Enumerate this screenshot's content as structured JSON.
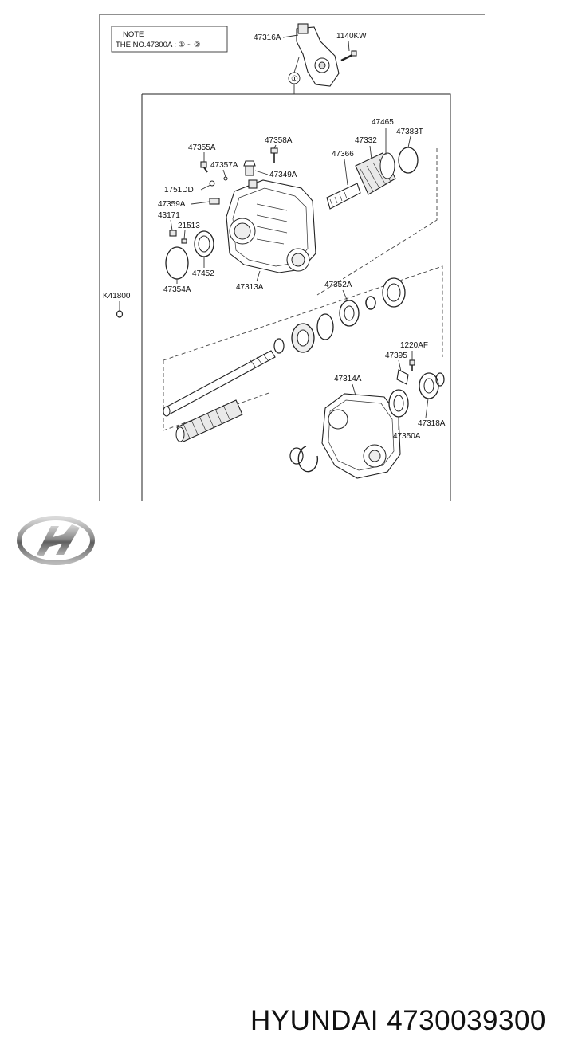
{
  "note": {
    "line1": "NOTE",
    "line2": "THE NO.47300A : ① ~ ②"
  },
  "callout_1": "①",
  "labels": {
    "p47316A": "47316A",
    "p1140KW": "1140KW",
    "p47465": "47465",
    "p47332": "47332",
    "p47383T": "47383T",
    "p47366": "47366",
    "p47355A": "47355A",
    "p47358A": "47358A",
    "p47357A": "47357A",
    "p47349A": "47349A",
    "p1751DD": "1751DD",
    "p47359A": "47359A",
    "p43171": "43171",
    "p21513": "21513",
    "p47452": "47452",
    "p47354A": "47354A",
    "p47313A": "47313A",
    "pK41800": "K41800",
    "p47352A": "47352A",
    "p1220AF": "1220AF",
    "p47395": "47395",
    "p47314A": "47314A",
    "p47318A": "47318A",
    "p47350A": "47350A"
  },
  "footer": {
    "logo": "hyundai-logo",
    "title": "HYUNDAI 4730039300"
  }
}
